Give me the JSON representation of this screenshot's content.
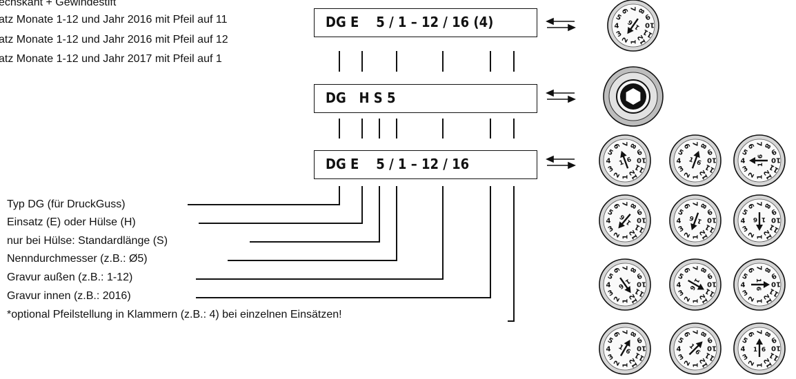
{
  "notes": [
    "echskant + Gewindestift",
    "atz Monate 1-12 und Jahr 2016 mit Pfeil auf 11",
    "atz Monate 1-12 und Jahr 2016 mit Pfeil auf 12",
    "atz Monate 1-12 und Jahr 2017 mit Pfeil auf 1"
  ],
  "codes": {
    "insert_arrow": "DG E    5 / 1 – 12 / 16 (4)",
    "sleeve": "DG   H S 5",
    "insert": "DG E    5 / 1 – 12 / 16"
  },
  "legend": [
    "Typ DG (für DruckGuss)",
    "Einsatz (E) oder Hülse (H)",
    "nur bei Hülse: Standardlänge (S)",
    "Nenndurchmesser (z.B.:       Ø5)",
    "Gravur außen (z.B.: 1-12)",
    "Gravur innen (z.B.: 2016)",
    "*optional Pfeilstellung in Klammern (z.B.: 4) bei einzelnen Einsätzen!"
  ],
  "dial_outer_labels": [
    "1",
    "2",
    "3",
    "4",
    "5",
    "6",
    "7",
    "8",
    "9",
    "10",
    "11",
    "12"
  ],
  "dial_inner_labels": [
    "1",
    "6"
  ]
}
